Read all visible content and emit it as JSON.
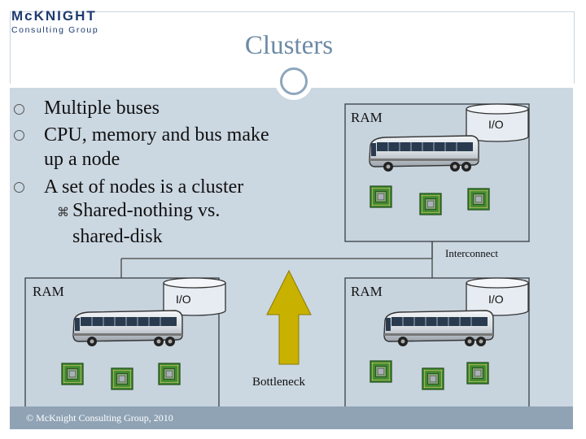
{
  "header": {
    "logo_main": "McKNIGHT",
    "logo_sub": "Consulting Group",
    "title": "Clusters"
  },
  "bullets": [
    {
      "text_line1": "Multiple buses",
      "text_line2": ""
    },
    {
      "text_line1": "CPU, memory and bus make",
      "text_line2": "up a node"
    },
    {
      "text_line1": "A set of nodes is a cluster",
      "text_line2": ""
    }
  ],
  "sub_bullet": {
    "line1": "Shared-nothing vs.",
    "line2": "shared-disk"
  },
  "nodes": {
    "ram_label": "RAM",
    "io_label": "I/O"
  },
  "diagram": {
    "interconnect_label": "Interconnect",
    "bottleneck_label": "Bottleneck",
    "arrow_color": "#c9b100",
    "chip_color": "#4a8f3a"
  },
  "footer": {
    "text": "© McKnight Consulting Group, 2010"
  }
}
